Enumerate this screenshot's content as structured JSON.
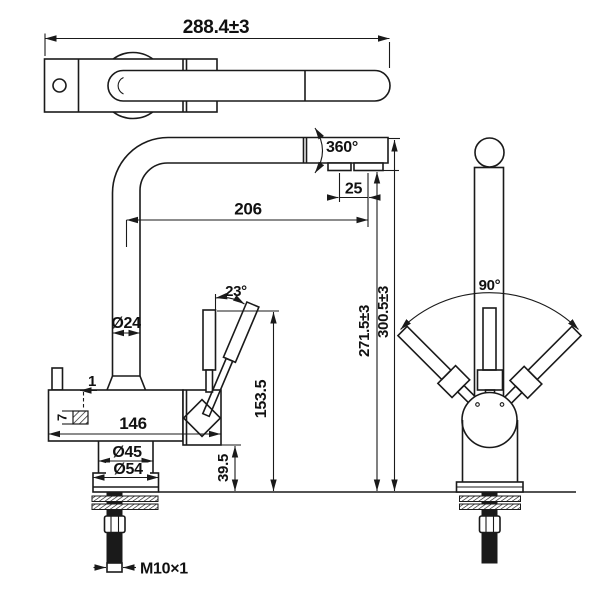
{
  "drawing": {
    "dims": {
      "total_width": "288.4±3",
      "swivel_angle": "360°",
      "outlet_spacing": "25",
      "spout_reach": "206",
      "spout_diameter": "Ø24",
      "height_to_outlet": "271.5±3",
      "total_height": "300.5±3",
      "lever_tilt_angle": "23°",
      "lever_top_height": "153.5",
      "detail_width": "1",
      "detail_height": "7",
      "body_length": "146",
      "base_inner_diameter": "Ø45",
      "base_outer_diameter": "Ø54",
      "base_height": "39.5",
      "thread_spec": "M10×1",
      "lever_swing_angle": "90°"
    }
  }
}
